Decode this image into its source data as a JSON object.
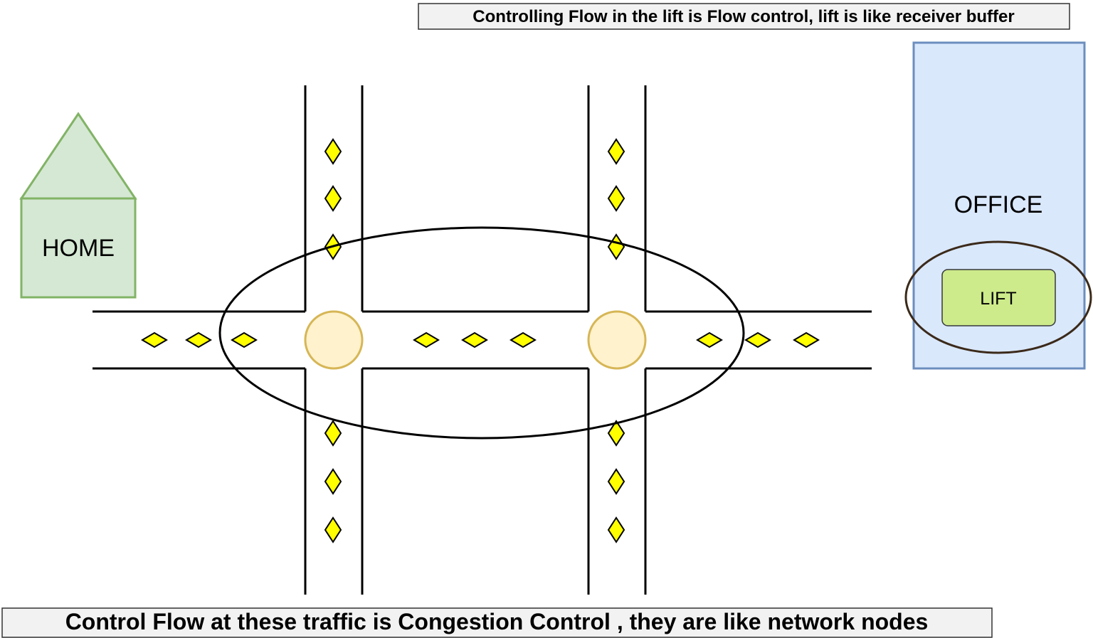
{
  "captions": {
    "top": "Controlling Flow in the lift is Flow control, lift is like receiver buffer",
    "bottom": "Control  Flow at these traffic is Congestion Control , they are like network nodes"
  },
  "home": {
    "label": "HOME",
    "fill": "#d5e8d4",
    "stroke": "#82b366"
  },
  "office": {
    "label": "OFFICE",
    "fill": "#dae8fc",
    "stroke": "#6c8ebf"
  },
  "lift": {
    "label": "LIFT",
    "fill": "#cdeb8b",
    "stroke": "#36393d",
    "ring_stroke": "#3b2a1a"
  },
  "traffic_node": {
    "fill": "#fff2cc",
    "stroke": "#d6b656"
  },
  "vehicle": {
    "fill": "#ffff00",
    "stroke": "#000000"
  },
  "congestion_region": {
    "stroke": "#000000"
  },
  "icons": {
    "vehicle": "diamond-vehicle-icon",
    "node": "traffic-circle-icon"
  }
}
